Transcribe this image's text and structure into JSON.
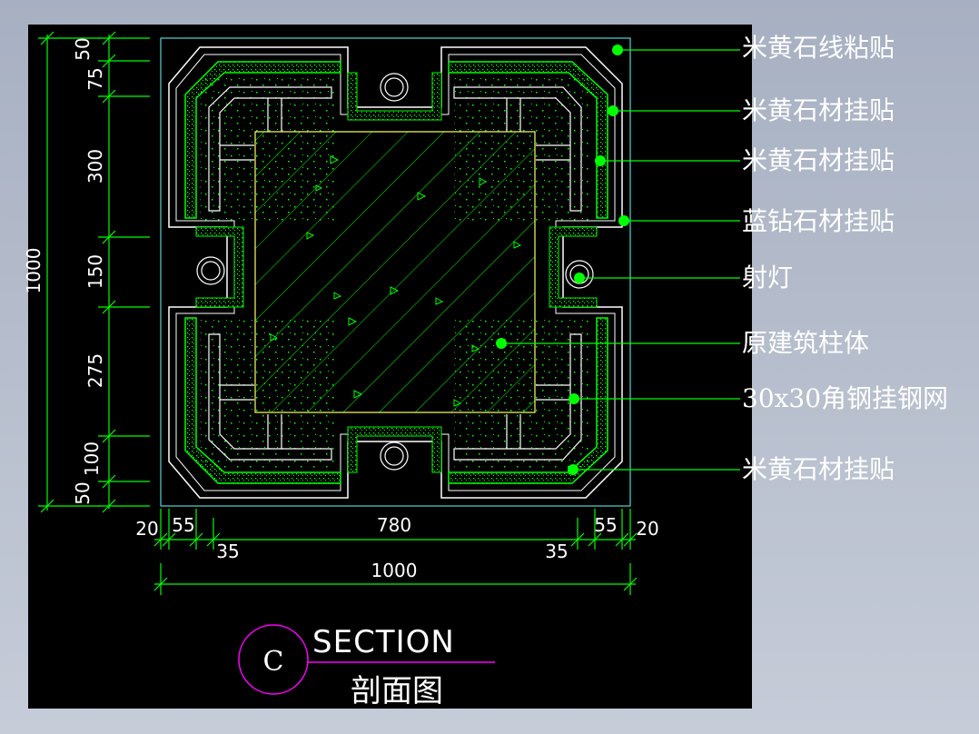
{
  "drawing": {
    "section_letter": "C",
    "section_title_en": "SECTION",
    "section_title_cn": "剖面图"
  },
  "dims": {
    "left_50_top": "50",
    "left_75": "75",
    "left_300": "300",
    "left_150": "150",
    "left_275": "275",
    "left_100": "100",
    "left_50_bottom": "50",
    "overall_1000_v": "1000",
    "bottom_20_left": "20",
    "bottom_55_left": "55",
    "bottom_780": "780",
    "bottom_55_right": "55",
    "bottom_20_right": "20",
    "bottom_35_left": "35",
    "bottom_35_right": "35",
    "overall_1000_h": "1000"
  },
  "callouts": [
    {
      "text": "米黄石线粘贴"
    },
    {
      "text": "米黄石材挂贴"
    },
    {
      "text": "米黄石材挂贴"
    },
    {
      "text": "蓝钻石材挂贴"
    },
    {
      "text": "射灯"
    },
    {
      "text": "原建筑柱体"
    },
    {
      "text": "30x30角钢挂钢网"
    },
    {
      "text": "米黄石材挂贴"
    }
  ],
  "colors": {
    "background_canvas": "#000000",
    "stone": "#ffffff",
    "mesh": "#00ff00",
    "dimension": "#00ff00",
    "outline": "#66ffff",
    "column": "#ffff66",
    "section_marker": "#ff00ff"
  }
}
